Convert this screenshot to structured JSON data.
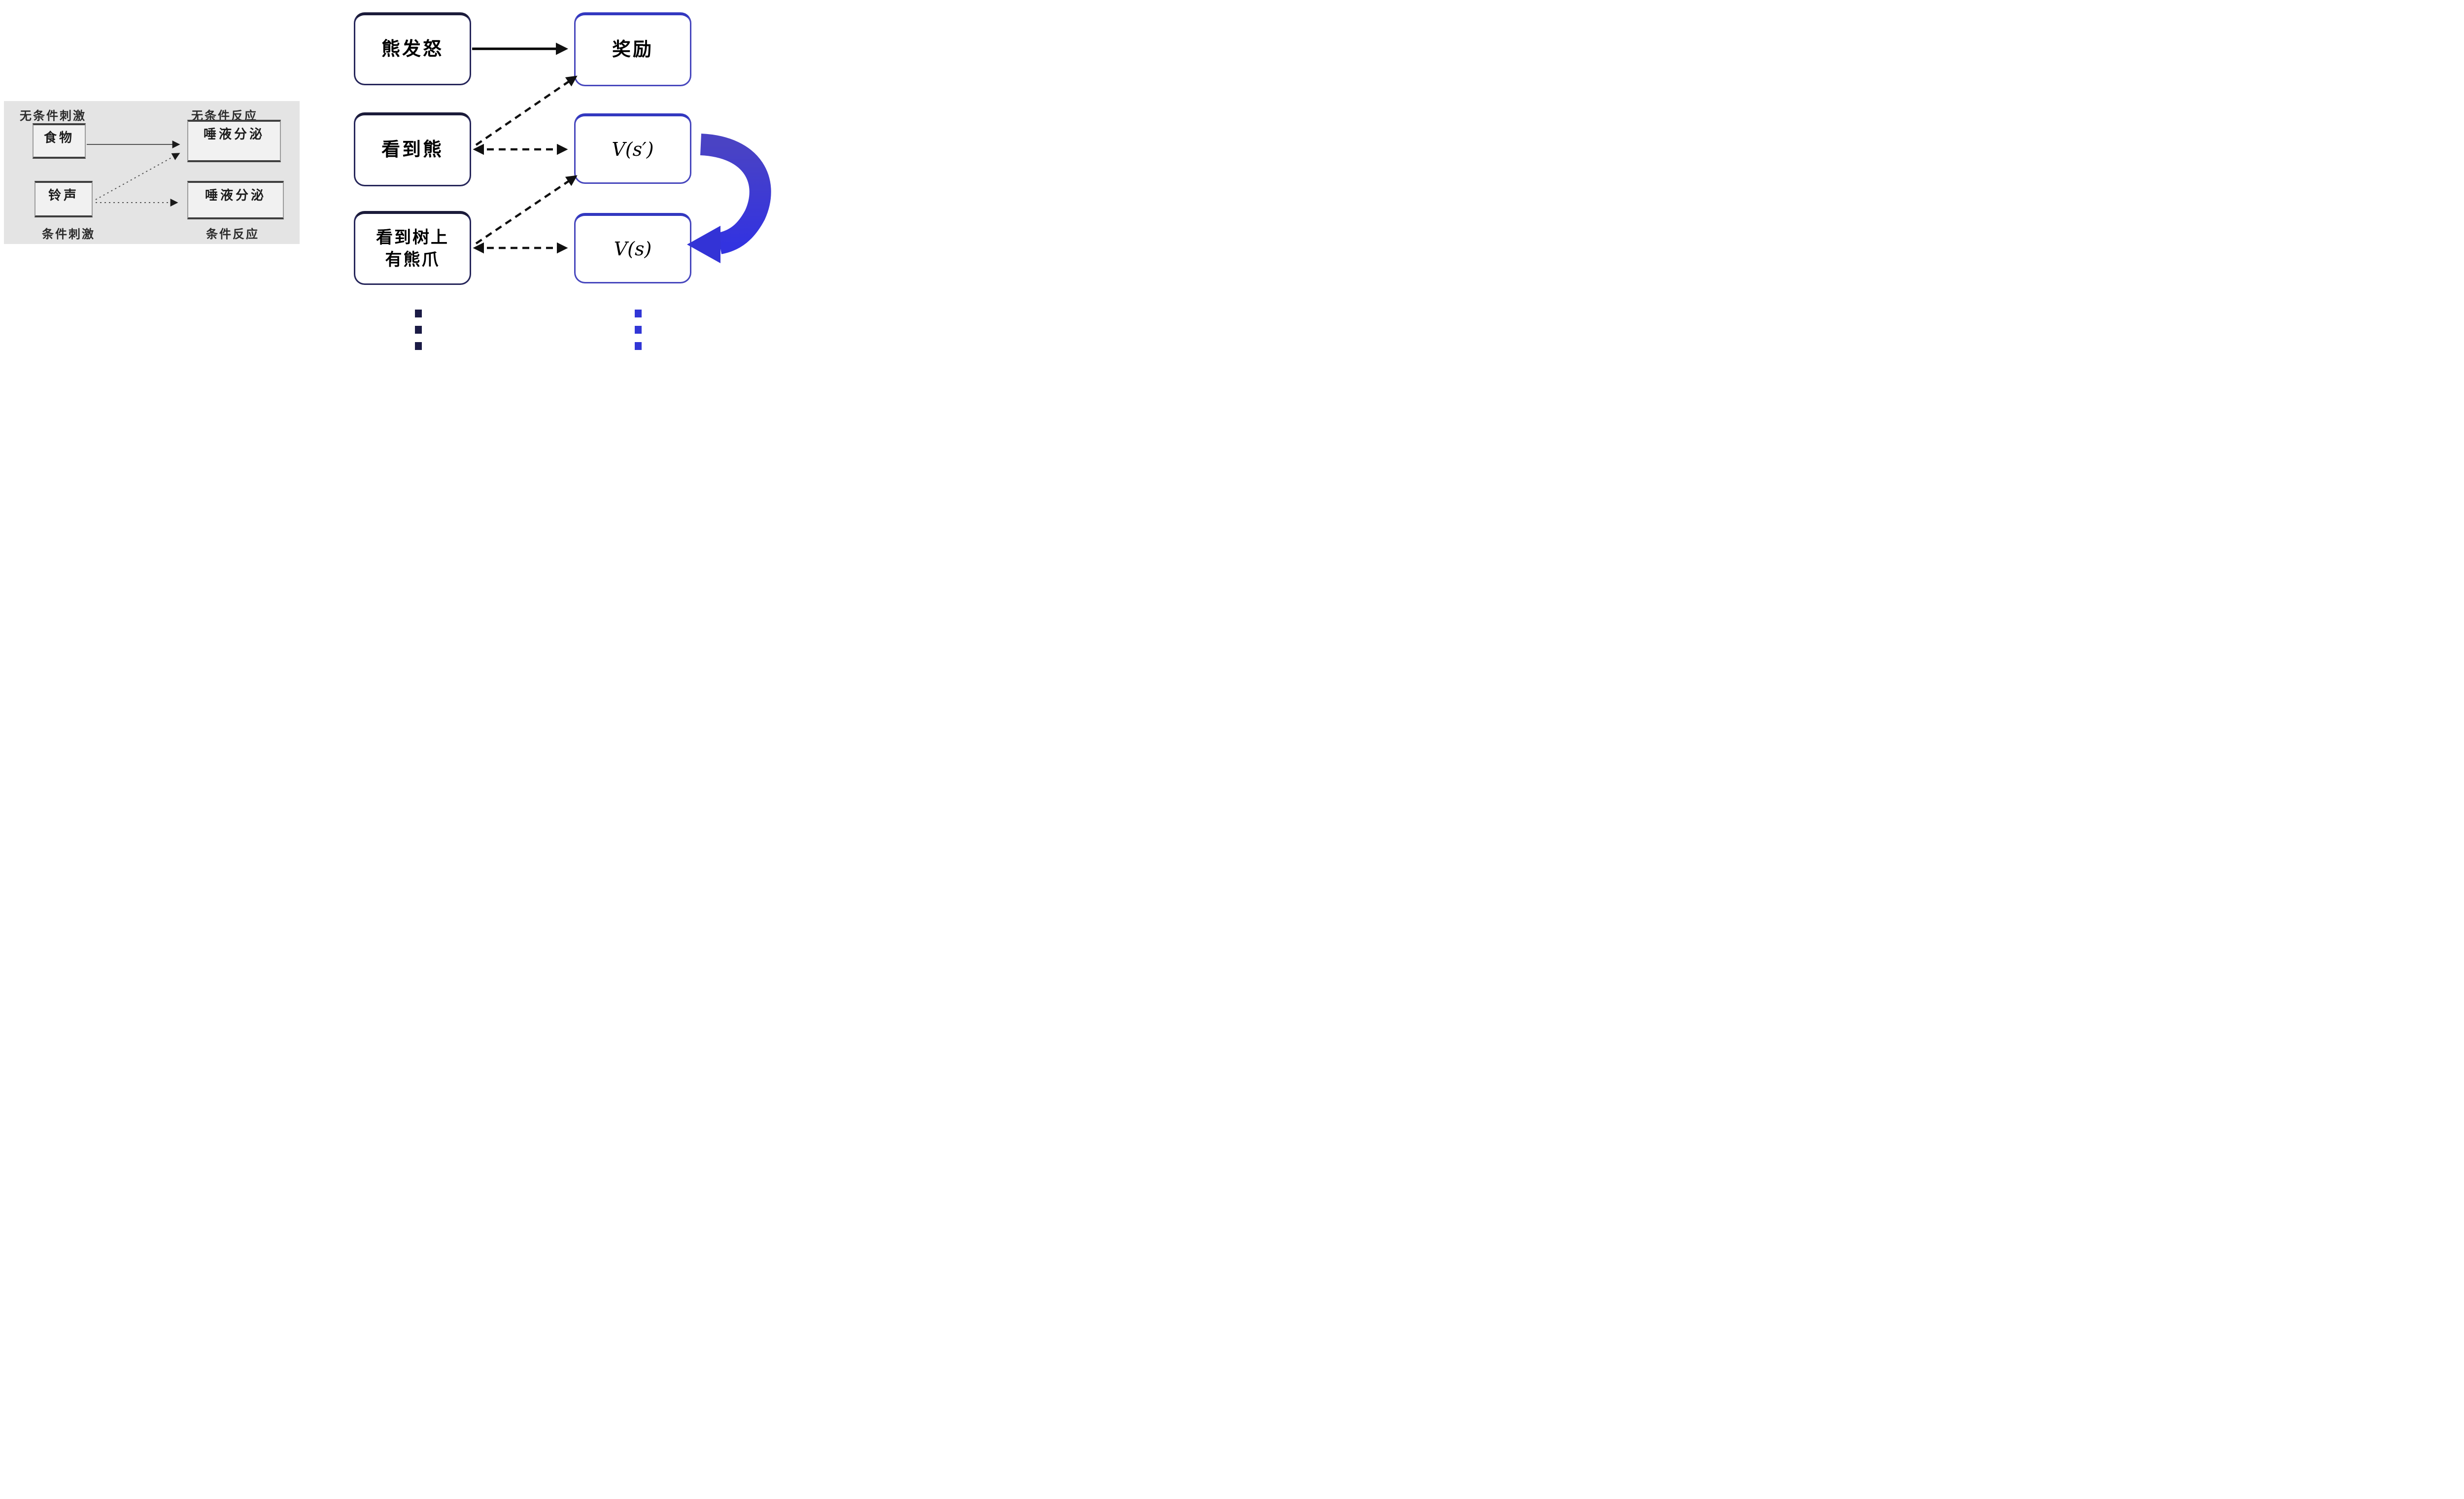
{
  "pavlov_panel": {
    "top_left_label": "无条件刺激",
    "top_right_label": "无条件反应",
    "bottom_left_label": "条件刺激",
    "bottom_right_label": "条件反应",
    "food_box": "食物",
    "salivation_top_box": "唾液分泌",
    "bell_box": "铃声",
    "salivation_bottom_box": "唾液分泌"
  },
  "td_diagram": {
    "state_boxes": [
      {
        "label": "熊发怒"
      },
      {
        "label": "看到熊"
      },
      {
        "line1": "看到树上",
        "line2": "有熊爪"
      }
    ],
    "value_boxes": [
      {
        "label": "奖励"
      },
      {
        "label": "V(s′)"
      },
      {
        "label": "V(s)"
      }
    ]
  },
  "colors": {
    "panel_background": "#e4e4e4",
    "panel_box_border": "#3f3f3f",
    "state_box_border": "#26265a",
    "value_box_border": "#4747bd",
    "solid_arrow": "#000000",
    "dashed_arrow": "#111111",
    "ribbon_arrow_blue": "#3434d8",
    "left_dots": "#1b1b45",
    "right_dots": "#3136d6"
  }
}
